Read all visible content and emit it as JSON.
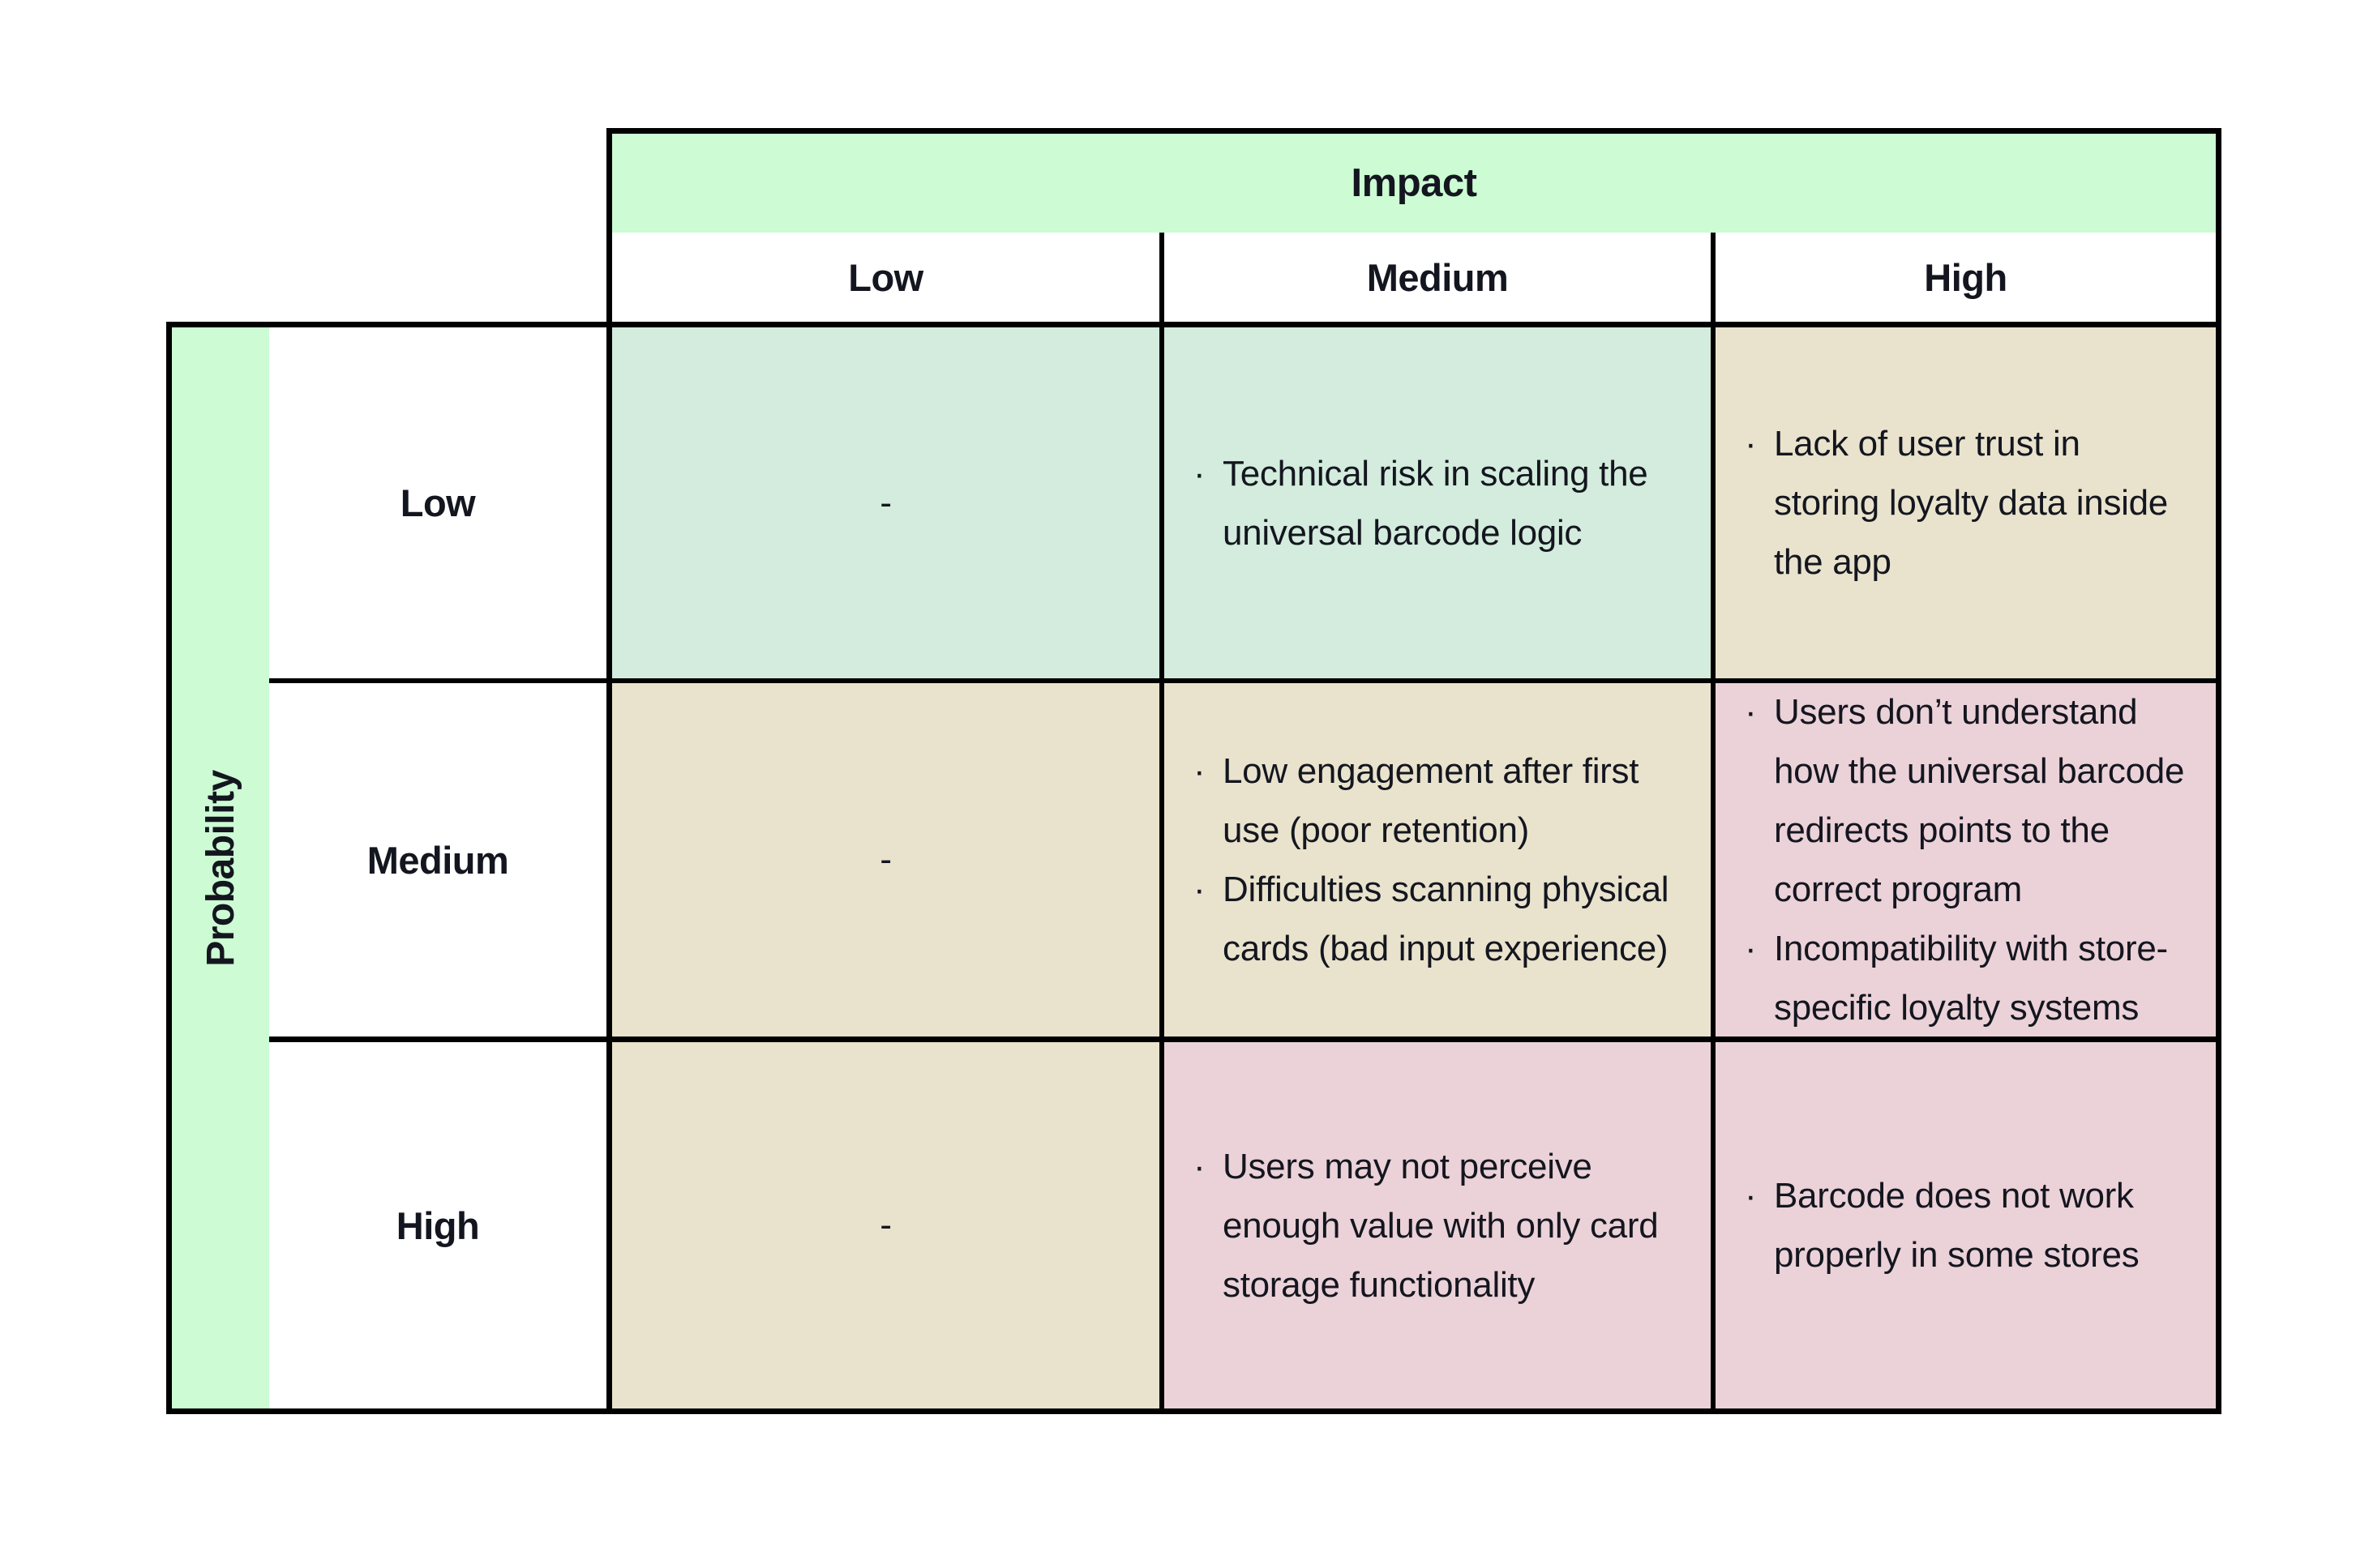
{
  "matrix": {
    "impact_axis_label": "Impact",
    "probability_axis_label": "Probability",
    "impact_levels": {
      "low": "Low",
      "medium": "Medium",
      "high": "High"
    },
    "probability_levels": {
      "low": "Low",
      "medium": "Medium",
      "high": "High"
    },
    "dash": "-",
    "cells": {
      "low_low": {
        "placeholder": "-"
      },
      "low_medium": {
        "item1": "Technical risk in scaling the universal barcode logic"
      },
      "low_high": {
        "item1": "Lack of user trust in storing loyalty data inside the app"
      },
      "medium_low": {
        "placeholder": "-"
      },
      "medium_medium": {
        "item1": "Low engagement after first use (poor retention)",
        "item2": "Difficulties scanning physical cards (bad input experience)"
      },
      "medium_high": {
        "item1": "Users don’t understand how the universal barcode redirects points to the correct program",
        "item2": "Incompatibility with store-specific loyalty systems"
      },
      "high_low": {
        "placeholder": "-"
      },
      "high_medium": {
        "item1": "Users may not perceive enough value with only card storage functionality"
      },
      "high_high": {
        "item1": "Barcode does not work properly in some stores"
      }
    },
    "bullet_glyph": "·",
    "colors": {
      "axis_header_green": "#ccfbd4",
      "low_risk_mint": "#d3ecdd",
      "medium_risk_tan": "#e9e3cd",
      "high_risk_pink": "#ebd2d8",
      "border_black": "#000000",
      "text_dark": "#14161f",
      "background_white": "#ffffff"
    }
  }
}
